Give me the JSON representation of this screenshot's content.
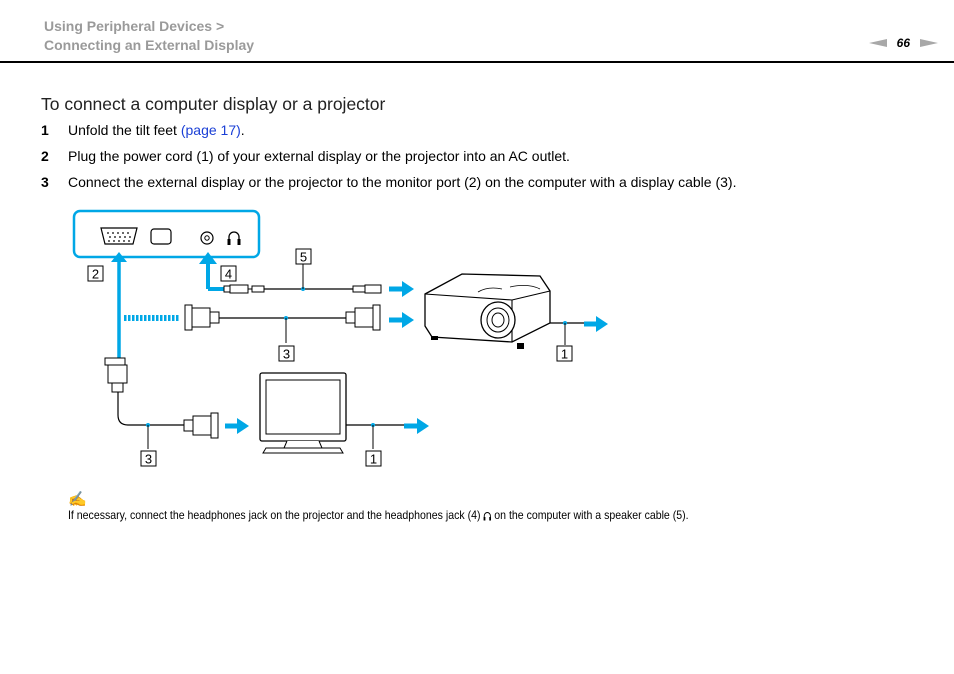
{
  "header": {
    "breadcrumb_line1": "Using Peripheral Devices >",
    "breadcrumb_line2": "Connecting an External Display",
    "page_number": "66"
  },
  "content": {
    "heading": "To connect a computer display or a projector",
    "steps": [
      {
        "number": "1",
        "text_before": "Unfold the tilt feet ",
        "link": "(page 17)",
        "text_after": "."
      },
      {
        "number": "2",
        "text": "Plug the power cord (1) of your external display or the projector into an AC outlet."
      },
      {
        "number": "3",
        "text": "Connect the external display or the projector to the monitor port (2) on the computer with a display cable (3)."
      }
    ]
  },
  "diagram": {
    "callouts": [
      "2",
      "4",
      "5",
      "3",
      "1",
      "3",
      "1"
    ]
  },
  "note": {
    "icon": "pencil-note-icon",
    "text_before": "If necessary, connect the headphones jack on the projector and the headphones jack (4) ",
    "text_after": " on the computer with a speaker cable (5)."
  },
  "colors": {
    "arrow": "#00a7e6",
    "breadcrumb": "#9a9a9a",
    "link": "#1a3fd6",
    "note_icon": "#1a9c2a"
  }
}
